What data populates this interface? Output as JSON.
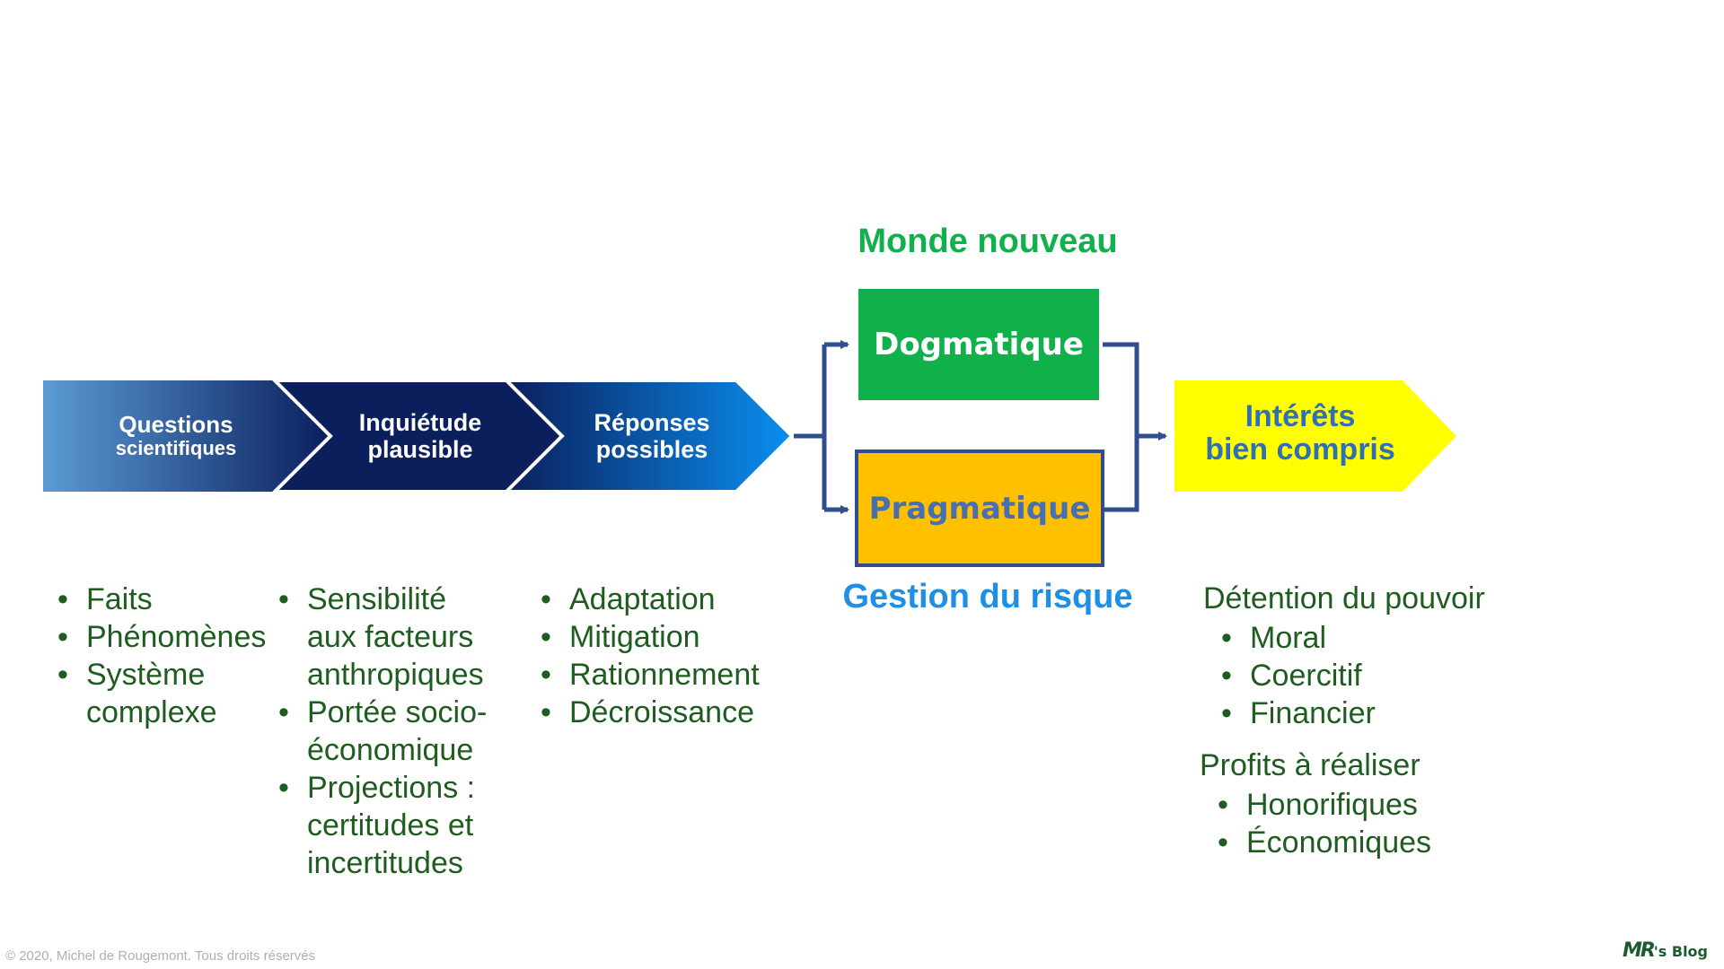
{
  "colors": {
    "chevron1_start": "#5b9bd5",
    "chevron1_end": "#0a1f5c",
    "chevron2": "#0a1f5c",
    "chevron3_start": "#0a1f5c",
    "chevron3_end": "#0a8ff0",
    "dogmatique_fill": "#10b14b",
    "pragmatique_fill": "#ffc000",
    "pragmatique_border": "#2f4d8f",
    "interets_fill": "#ffff00",
    "connector": "#2f4d8f",
    "green_title": "#10b14b",
    "blue_title": "#1f8fe5",
    "bullet_text": "#1f5c1f",
    "interets_text": "#2f6fb5",
    "pragmatique_text": "#4a6fb0"
  },
  "chevrons": [
    {
      "line1": "Questions",
      "line2": "scientifiques"
    },
    {
      "line1": "Inquiétude",
      "line2": "plausible"
    },
    {
      "line1": "Réponses",
      "line2": "possibles"
    }
  ],
  "header_top": "Monde nouveau",
  "box_dogmatique": "Dogmatique",
  "box_pragmatique": "Pragmatique",
  "header_bottom": "Gestion du risque",
  "interets": {
    "line1": "Intérêts",
    "line2": "bien compris"
  },
  "lists": {
    "col1": [
      "Faits",
      "Phénomènes",
      "Système complexe"
    ],
    "col2": [
      "Sensibilité aux facteurs anthropiques",
      "Portée socio-économique",
      "Projections : certitudes et incertitudes"
    ],
    "col3": [
      "Adaptation",
      "Mitigation",
      "Rationnement",
      "Décroissance"
    ]
  },
  "detention": {
    "title": "Détention du pouvoir",
    "items": [
      "Moral",
      "Coercitif",
      "Financier"
    ]
  },
  "profits": {
    "title": "Profits à réaliser",
    "items": [
      "Honorifiques",
      "Économiques"
    ]
  },
  "footer": "© 2020, Michel de Rougemont. Tous droits réservés",
  "logo": {
    "mark": "MR",
    "suffix": "'s Blog"
  }
}
